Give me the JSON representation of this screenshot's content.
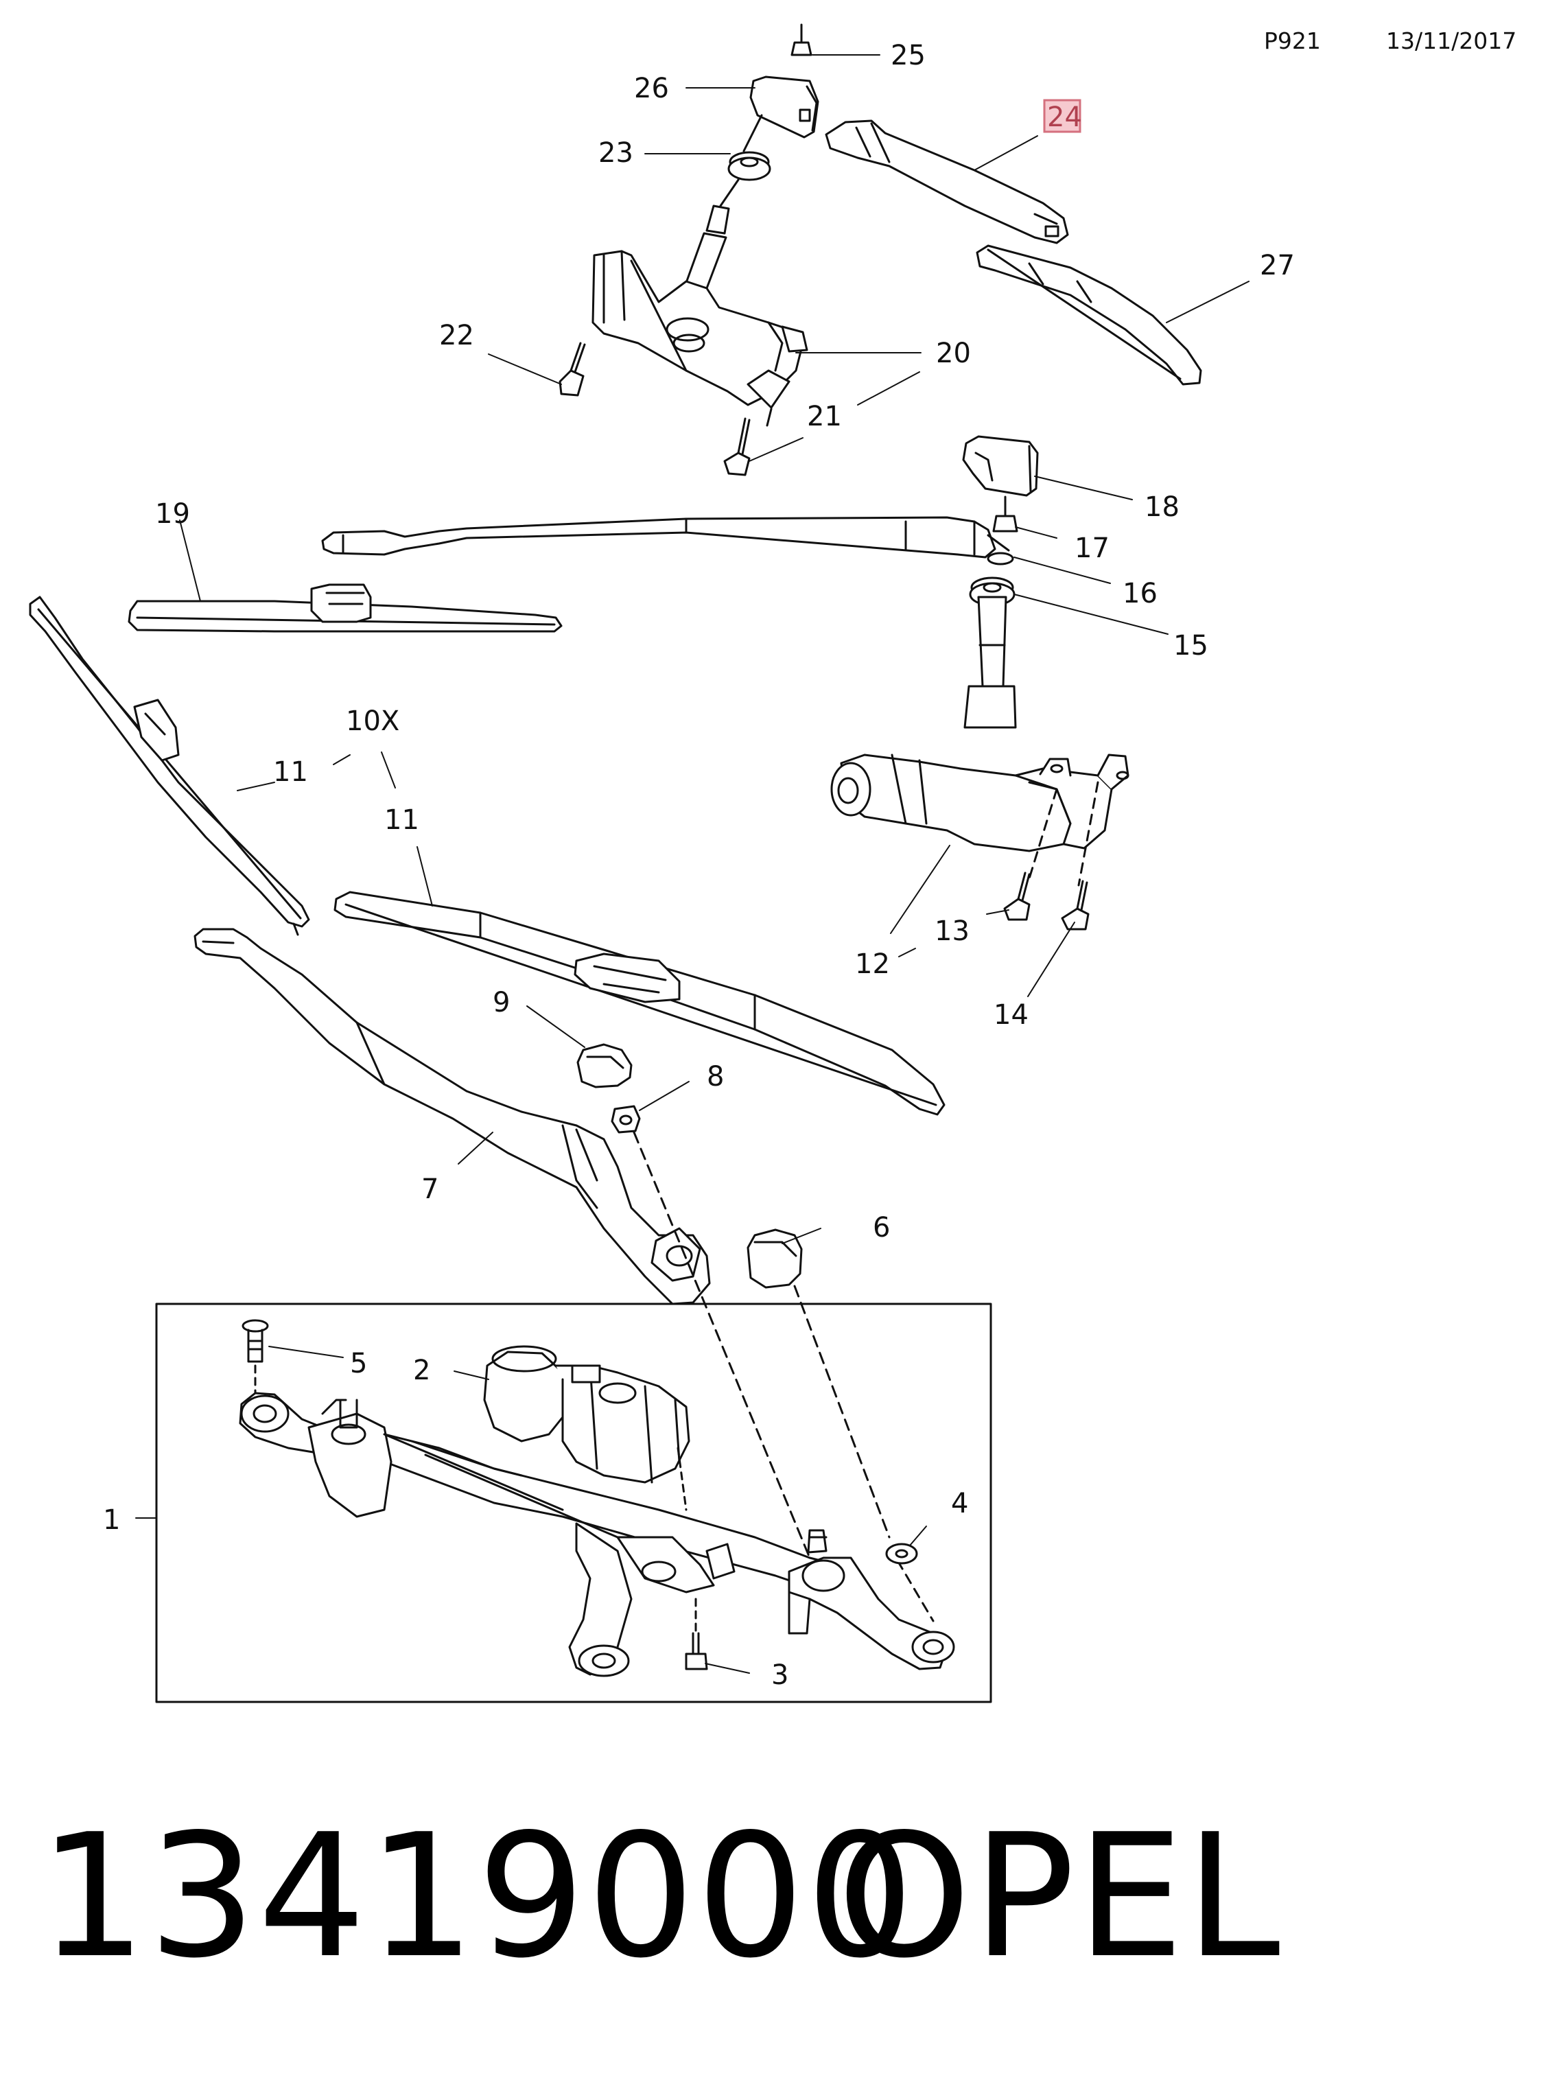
{
  "header": {
    "illustration_code": "P921",
    "date": "13/11/2017"
  },
  "callouts": [
    {
      "id": "c1",
      "text": "1"
    },
    {
      "id": "c2",
      "text": "2"
    },
    {
      "id": "c3",
      "text": "3"
    },
    {
      "id": "c4",
      "text": "4"
    },
    {
      "id": "c5",
      "text": "5"
    },
    {
      "id": "c6",
      "text": "6"
    },
    {
      "id": "c7",
      "text": "7"
    },
    {
      "id": "c8",
      "text": "8"
    },
    {
      "id": "c9",
      "text": "9"
    },
    {
      "id": "c10x",
      "text": "10X"
    },
    {
      "id": "c11a",
      "text": "11"
    },
    {
      "id": "c11b",
      "text": "11"
    },
    {
      "id": "c12",
      "text": "12"
    },
    {
      "id": "c13",
      "text": "13"
    },
    {
      "id": "c14",
      "text": "14"
    },
    {
      "id": "c15",
      "text": "15"
    },
    {
      "id": "c16",
      "text": "16"
    },
    {
      "id": "c17",
      "text": "17"
    },
    {
      "id": "c18",
      "text": "18"
    },
    {
      "id": "c19",
      "text": "19"
    },
    {
      "id": "c20",
      "text": "20"
    },
    {
      "id": "c21",
      "text": "21"
    },
    {
      "id": "c22",
      "text": "22"
    },
    {
      "id": "c23",
      "text": "23"
    },
    {
      "id": "c24",
      "text": "24",
      "highlighted": true
    },
    {
      "id": "c25",
      "text": "25"
    },
    {
      "id": "c26",
      "text": "26"
    },
    {
      "id": "c27",
      "text": "27"
    }
  ],
  "footer": {
    "part_number": "13419000",
    "brand": "OPEL"
  },
  "colors": {
    "line": "#111111",
    "highlight_fill": "#f6c9cf",
    "highlight_stroke": "#d4707e",
    "highlight_text": "#b0404f"
  }
}
